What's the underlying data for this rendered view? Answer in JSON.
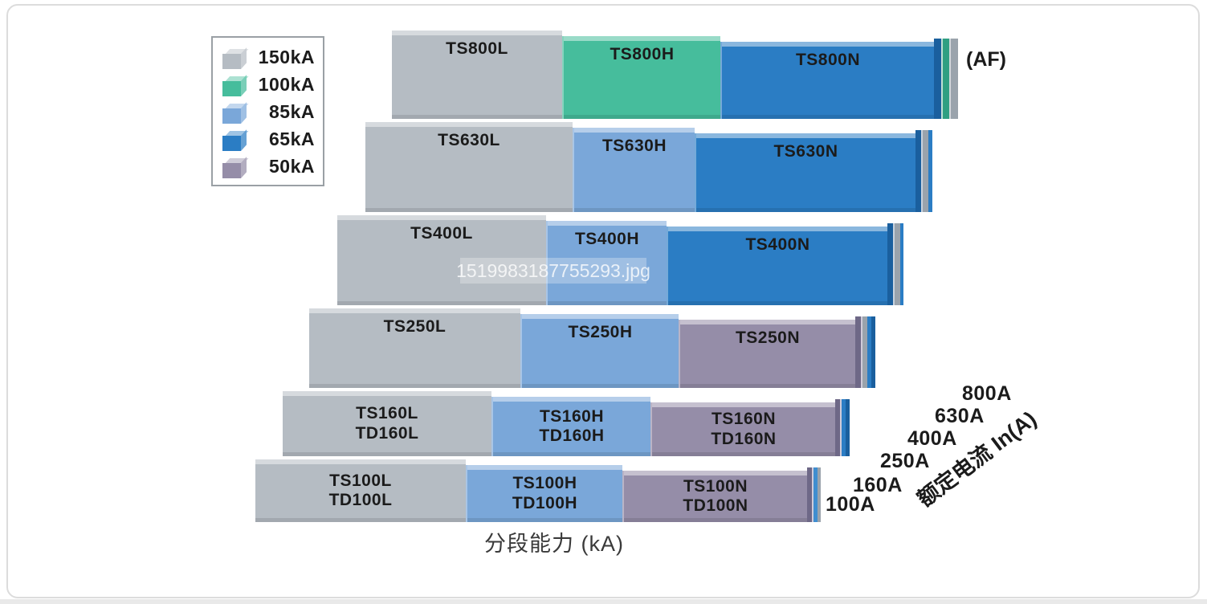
{
  "page": {
    "watermark": "1519983187755293.jpg"
  },
  "chart_data": {
    "type": "bar",
    "title": "",
    "xlabel": "分段能力 (kA)",
    "depth_axis_label": "额定电流 In(A)",
    "frame_axis_unit": "(AF)",
    "categories": [
      "100A",
      "160A",
      "250A",
      "400A",
      "630A",
      "800A"
    ],
    "legend": [
      {
        "label": "150kA",
        "color": "#b5bcc3"
      },
      {
        "label": "100kA",
        "color": "#46bd9c"
      },
      {
        "label": "85kA",
        "color": "#7aa7d9"
      },
      {
        "label": "65kA",
        "color": "#2b7dc4"
      },
      {
        "label": "50kA",
        "color": "#958da8"
      }
    ],
    "rows": [
      {
        "frame": "800A",
        "segments": [
          {
            "label": "TS800L",
            "breaking_capacity": "150kA"
          },
          {
            "label": "TS800H",
            "breaking_capacity": "100kA"
          },
          {
            "label": "TS800N",
            "breaking_capacity": "65kA"
          }
        ]
      },
      {
        "frame": "630A",
        "segments": [
          {
            "label": "TS630L",
            "breaking_capacity": "150kA"
          },
          {
            "label": "TS630H",
            "breaking_capacity": "85kA"
          },
          {
            "label": "TS630N",
            "breaking_capacity": "65kA"
          }
        ]
      },
      {
        "frame": "400A",
        "segments": [
          {
            "label": "TS400L",
            "breaking_capacity": "150kA"
          },
          {
            "label": "TS400H",
            "breaking_capacity": "85kA"
          },
          {
            "label": "TS400N",
            "breaking_capacity": "65kA"
          }
        ]
      },
      {
        "frame": "250A",
        "segments": [
          {
            "label": "TS250L",
            "breaking_capacity": "150kA"
          },
          {
            "label": "TS250H",
            "breaking_capacity": "85kA"
          },
          {
            "label": "TS250N",
            "breaking_capacity": "50kA"
          }
        ]
      },
      {
        "frame": "160A",
        "segments": [
          {
            "label": "TS160L\nTD160L",
            "breaking_capacity": "150kA"
          },
          {
            "label": "TS160H\nTD160H",
            "breaking_capacity": "85kA"
          },
          {
            "label": "TS160N\nTD160N",
            "breaking_capacity": "50kA"
          }
        ]
      },
      {
        "frame": "100A",
        "segments": [
          {
            "label": "TS100L\nTD100L",
            "breaking_capacity": "150kA"
          },
          {
            "label": "TS100H\nTD100H",
            "breaking_capacity": "85kA"
          },
          {
            "label": "TS100N\nTD100N",
            "breaking_capacity": "50kA"
          }
        ]
      }
    ]
  }
}
